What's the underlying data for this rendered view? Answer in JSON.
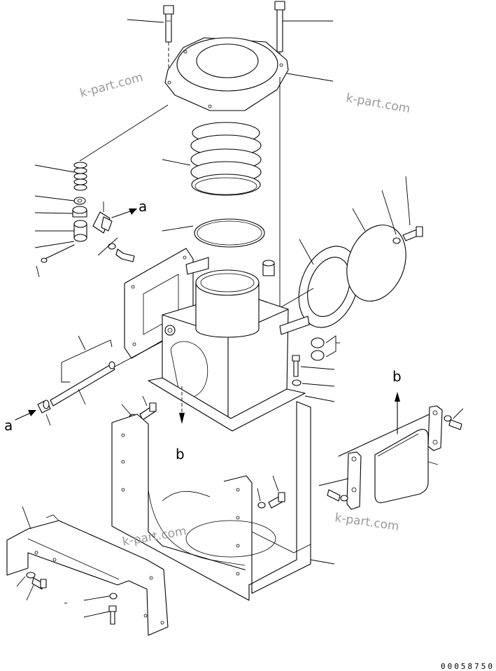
{
  "diagram": {
    "reference_labels": {
      "a_upper": "a",
      "a_lower": "a",
      "b_lower": "b",
      "b_right": "b"
    },
    "watermarks": [
      "k-part.com",
      "k-part.com",
      "k-part.com",
      "k-part.com"
    ],
    "drawing_code": "00058750"
  }
}
